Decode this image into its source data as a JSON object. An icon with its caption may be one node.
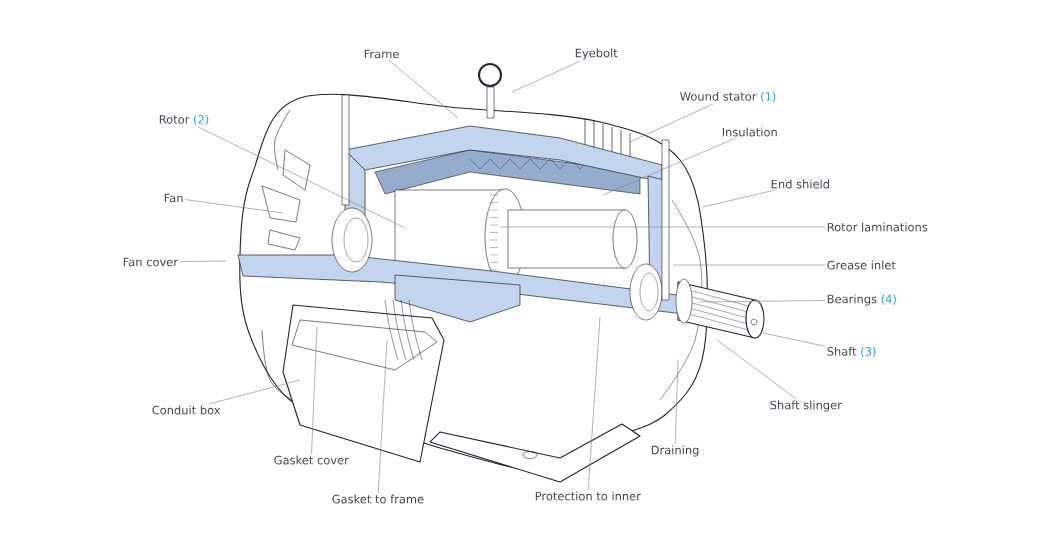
{
  "diagram": {
    "nodes": [
      {
        "text": [
          "Frame"
        ]
      },
      {
        "text": [
          "Eyebolt"
        ]
      },
      {
        "text": [
          "Wound stator",
          "(1)"
        ]
      },
      {
        "text": [
          "Rotor",
          "(2)"
        ]
      },
      {
        "text": [
          "Insulation"
        ]
      },
      {
        "text": [
          "Fan"
        ]
      },
      {
        "text": [
          "End shield"
        ]
      },
      {
        "text": [
          "Rotor laminations"
        ]
      },
      {
        "text": [
          "Fan cover"
        ]
      },
      {
        "text": [
          "Grease inlet"
        ]
      },
      {
        "text": [
          "Bearings",
          "(4)"
        ]
      },
      {
        "text": [
          "Shaft",
          "(3)"
        ]
      },
      {
        "text": [
          "Conduit box"
        ]
      },
      {
        "text": [
          "Shaft slinger"
        ]
      },
      {
        "text": [
          "Draining"
        ]
      },
      {
        "text": [
          "Gasket cover"
        ]
      },
      {
        "text": [
          "Gasket to frame"
        ]
      },
      {
        "text": [
          "Protection to inner"
        ]
      }
    ],
    "edges": [
      {
        "from": 0,
        "to": null,
        "arrow": "none"
      },
      {
        "from": 1,
        "to": null,
        "arrow": "none"
      },
      {
        "from": 2,
        "to": null,
        "arrow": "none"
      },
      {
        "from": 3,
        "to": null,
        "arrow": "none"
      },
      {
        "from": 4,
        "to": null,
        "arrow": "none"
      },
      {
        "from": 5,
        "to": null,
        "arrow": "none"
      },
      {
        "from": 6,
        "to": null,
        "arrow": "none"
      },
      {
        "from": 7,
        "to": null,
        "arrow": "none"
      },
      {
        "from": 8,
        "to": null,
        "arrow": "none"
      },
      {
        "from": 9,
        "to": null,
        "arrow": "none"
      },
      {
        "from": 10,
        "to": null,
        "arrow": "none"
      },
      {
        "from": 11,
        "to": null,
        "arrow": "none"
      },
      {
        "from": 12,
        "to": null,
        "arrow": "none"
      },
      {
        "from": 13,
        "to": null,
        "arrow": "none"
      },
      {
        "from": 14,
        "to": null,
        "arrow": "none"
      },
      {
        "from": 15,
        "to": null,
        "arrow": "none"
      },
      {
        "from": 16,
        "to": null,
        "arrow": "none"
      },
      {
        "from": 17,
        "to": null,
        "arrow": "none"
      }
    ]
  }
}
